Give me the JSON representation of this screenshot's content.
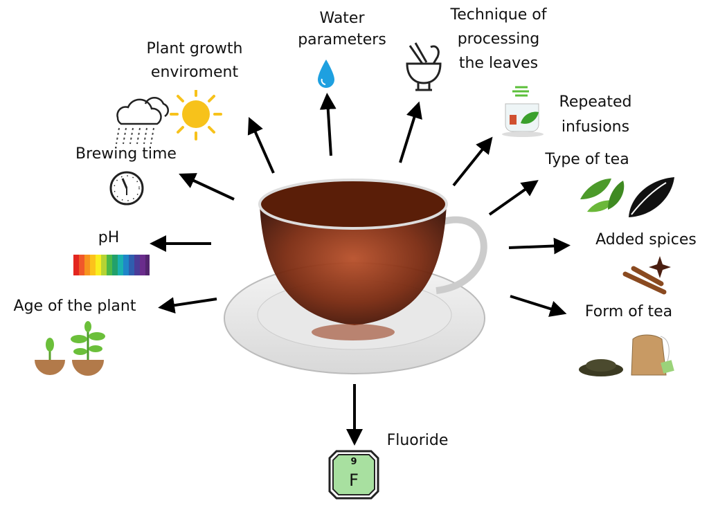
{
  "factors": {
    "plant_growth": [
      "Plant growth",
      "enviroment"
    ],
    "water": [
      "Water",
      "parameters"
    ],
    "technique": [
      "Technique of",
      "processing",
      "the leaves"
    ],
    "repeated": [
      "Repeated",
      "infusions"
    ],
    "type": "Type of tea",
    "spices": "Added spices",
    "form": "Form of tea",
    "brewing": "Brewing time",
    "ph": "pH",
    "age": "Age of the plant",
    "fluoride": "Fluoride"
  },
  "element_tile": {
    "number": "9",
    "symbol": "F",
    "color": "#a8e0a0"
  },
  "colors": {
    "tea": "#7a2a10",
    "arrow": "#000000",
    "sun": "#f7c21b",
    "water": "#1ea0e0"
  }
}
